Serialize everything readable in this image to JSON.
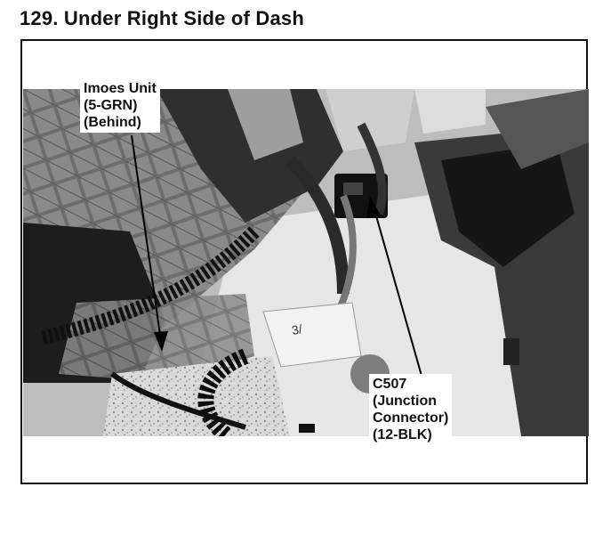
{
  "title": "129. Under Right Side of Dash",
  "callouts": {
    "imoes": [
      "Imoes Unit",
      "(5-GRN)",
      "(Behind)"
    ],
    "c507": [
      "C507",
      "(Junction",
      "Connector)",
      "(12-BLK)"
    ]
  },
  "photo_overlay_text": "3/",
  "colors": {
    "background": "#ffffff",
    "border": "#111111",
    "text": "#111111"
  }
}
